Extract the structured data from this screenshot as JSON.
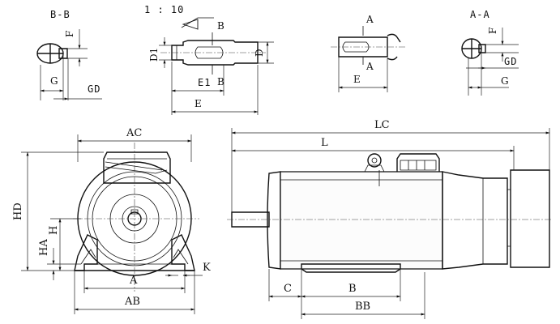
{
  "labels": {
    "section_bb": "B-B",
    "section_aa": "A-A",
    "taper": "1 : 10",
    "b_top": "B",
    "b_bottom": "B",
    "a_top": "A",
    "a_bottom": "A",
    "f_left": "F",
    "f_right": "F",
    "g_left": "G",
    "g_right": "G",
    "gd_left": "GD",
    "gd_right": "GD",
    "d1": "D1",
    "d": "D",
    "e1": "E1",
    "e_taper": "E",
    "e_key": "E",
    "ac": "AC",
    "hd": "HD",
    "h": "H",
    "ha": "HA",
    "a": "A",
    "ab": "AB",
    "k": "K",
    "lc": "LC",
    "l": "L",
    "c": "C",
    "b": "B",
    "bb": "BB"
  }
}
